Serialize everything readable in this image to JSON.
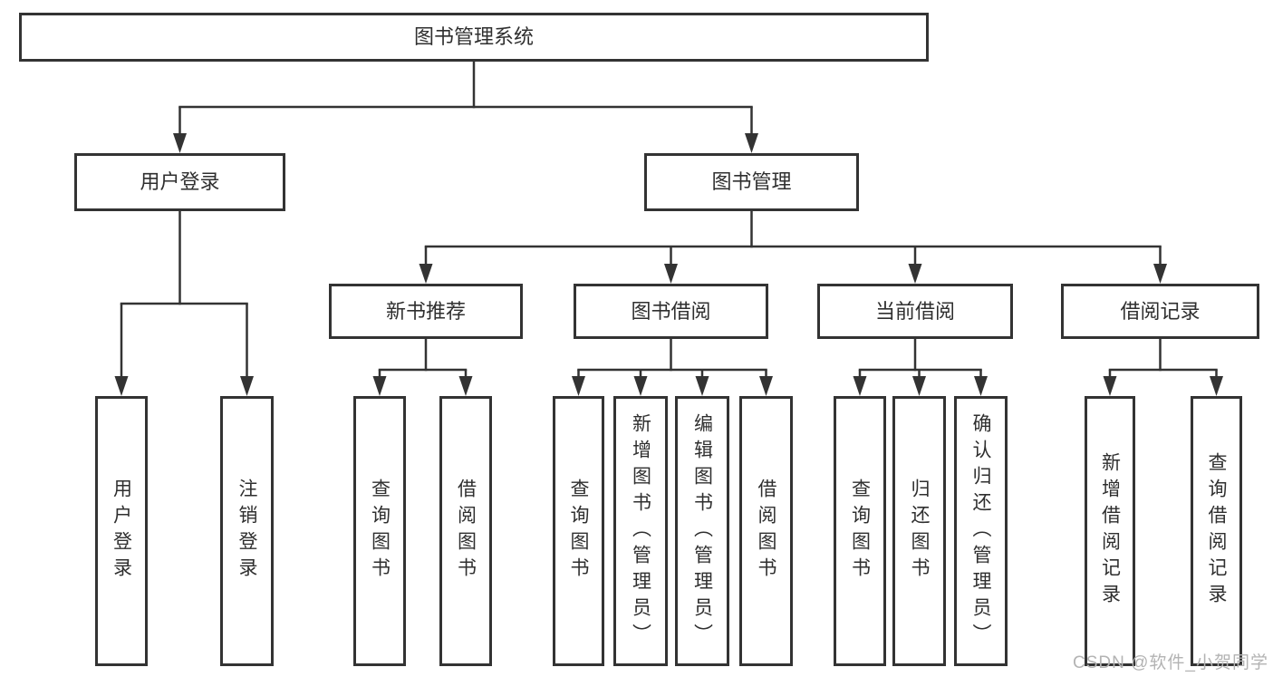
{
  "title": "图书管理系统",
  "diagram": {
    "nodes": [
      {
        "id": "root",
        "label": "图书管理系统",
        "level": 1,
        "parent": null
      },
      {
        "id": "user-login",
        "label": "用户登录",
        "level": 2,
        "parent": "root"
      },
      {
        "id": "book-management",
        "label": "图书管理",
        "level": 2,
        "parent": "root"
      },
      {
        "id": "new-book-recommend",
        "label": "新书推荐",
        "level": 3,
        "parent": "book-management"
      },
      {
        "id": "book-borrow",
        "label": "图书借阅",
        "level": 3,
        "parent": "book-management"
      },
      {
        "id": "current-borrow",
        "label": "当前借阅",
        "level": 3,
        "parent": "book-management"
      },
      {
        "id": "borrow-records",
        "label": "借阅记录",
        "level": 3,
        "parent": "book-management"
      },
      {
        "id": "user-login-leaf",
        "label": "用户登录",
        "level": 4,
        "parent": "user-login"
      },
      {
        "id": "logout",
        "label": "注销登录",
        "level": 4,
        "parent": "user-login"
      },
      {
        "id": "nbr-query-book",
        "label": "查询图书",
        "level": 4,
        "parent": "new-book-recommend"
      },
      {
        "id": "nbr-borrow-book",
        "label": "借阅图书",
        "level": 4,
        "parent": "new-book-recommend"
      },
      {
        "id": "bb-query-book",
        "label": "查询图书",
        "level": 4,
        "parent": "book-borrow"
      },
      {
        "id": "bb-add-book",
        "label": "新增图书（管理员）",
        "level": 4,
        "parent": "book-borrow"
      },
      {
        "id": "bb-edit-book",
        "label": "编辑图书（管理员）",
        "level": 4,
        "parent": "book-borrow"
      },
      {
        "id": "bb-borrow-book",
        "label": "借阅图书",
        "level": 4,
        "parent": "book-borrow"
      },
      {
        "id": "cb-query-book",
        "label": "查询图书",
        "level": 4,
        "parent": "current-borrow"
      },
      {
        "id": "cb-return-book",
        "label": "归还图书",
        "level": 4,
        "parent": "current-borrow"
      },
      {
        "id": "cb-confirm-return",
        "label": "确认归还（管理员）",
        "level": 4,
        "parent": "current-borrow"
      },
      {
        "id": "br-add-record",
        "label": "新增借阅记录",
        "level": 4,
        "parent": "borrow-records"
      },
      {
        "id": "br-query-record",
        "label": "查询借阅记录",
        "level": 4,
        "parent": "borrow-records"
      }
    ]
  },
  "watermark": {
    "text": "CSDN @软件_小贺同学"
  },
  "colors": {
    "line": "#333333",
    "text": "#2f2f2f",
    "watermark": "#b3b3b3",
    "background": "#ffffff"
  }
}
